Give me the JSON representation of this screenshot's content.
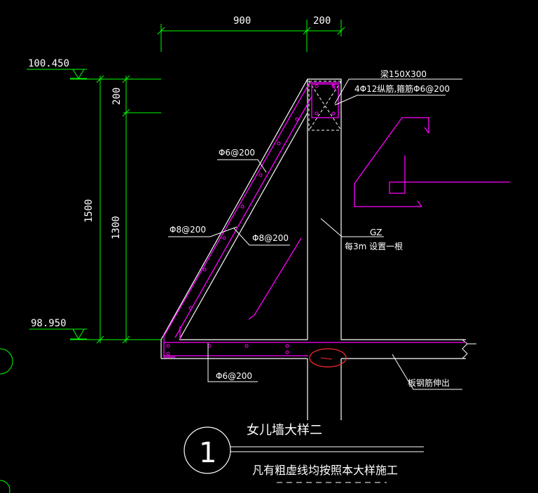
{
  "drawing": {
    "dimensions": {
      "width_left": "900",
      "width_right": "200",
      "height_total": "1500",
      "height_top": "200",
      "height_lower": "1300"
    },
    "elevations": {
      "top": "100.450",
      "bottom": "98.950"
    },
    "annotations": {
      "beam_size": "梁150X300",
      "beam_rebar": "4Φ12纵筋,箍筋Φ6@200",
      "slope_stirrup": "Φ6@200",
      "slope_main_bar": "Φ8@200",
      "inner_bar": "Φ8@200",
      "column_label": "GZ",
      "column_note": "每3m 设置一根",
      "slab_bar": "Φ6@200",
      "slab_extend": "板钢筋伸出"
    },
    "title": {
      "number": "1",
      "name": "女儿墙大样二",
      "note": "凡有粗虚线均按照本大样施工"
    },
    "colors": {
      "background": "#000000",
      "structure": "#ffffff",
      "rebar": "#ff00ff",
      "dimension": "#00ff00",
      "highlight": "#ff2a2a"
    }
  }
}
